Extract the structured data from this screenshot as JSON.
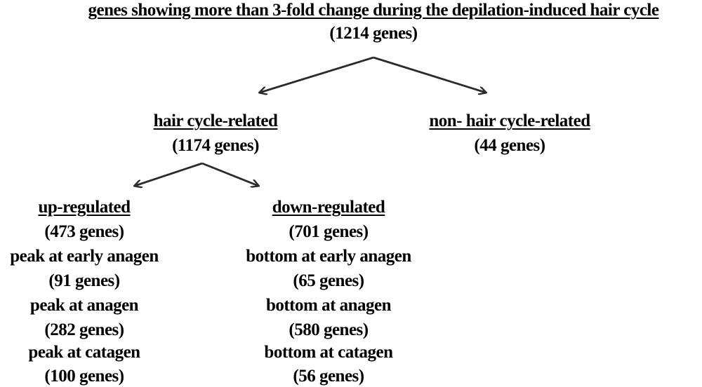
{
  "root": {
    "title": "genes showing more than 3-fold change during the depilation-induced hair cycle",
    "count": "(1214 genes)"
  },
  "hair_cycle_related": {
    "title": "hair cycle-related",
    "count": "(1174 genes)"
  },
  "non_hair_cycle_related": {
    "title": "non- hair cycle-related",
    "count": "(44 genes)"
  },
  "up_regulated": {
    "title": "up-regulated",
    "count": "(473 genes)",
    "groups": [
      {
        "label": "peak at early anagen",
        "count": "(91 genes)"
      },
      {
        "label": "peak at anagen",
        "count": "(282 genes)"
      },
      {
        "label": "peak at catagen",
        "count": "(100 genes)"
      }
    ]
  },
  "down_regulated": {
    "title": "down-regulated",
    "count": "(701 genes)",
    "groups": [
      {
        "label": "bottom at early anagen",
        "count": "(65 genes)"
      },
      {
        "label": "bottom at anagen",
        "count": "(580 genes)"
      },
      {
        "label": "bottom at catagen",
        "count": "(56 genes)"
      }
    ]
  },
  "colors": {
    "text": "#000000",
    "arrow": "#2b2b2b",
    "background": "#ffffff"
  }
}
